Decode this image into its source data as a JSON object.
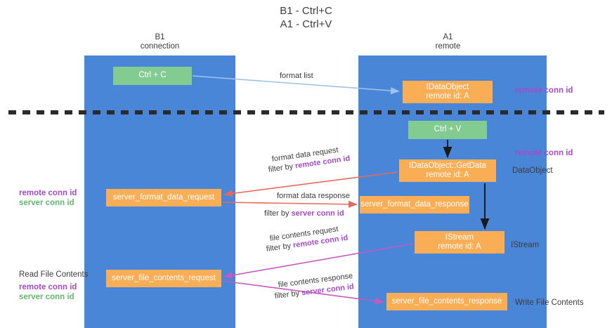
{
  "title": {
    "line1": "B1 - Ctrl+C",
    "line2": "A1 - Ctrl+V"
  },
  "colors": {
    "lane": "#4a86d8",
    "green_box": "#82cc92",
    "orange_box": "#f9ad55",
    "purple_text": "#a64ac9",
    "green_text": "#63b96f",
    "dashed_divider": "#333333",
    "arrow_blue": "#9dc3e6",
    "arrow_red": "#e8685d",
    "arrow_magenta": "#c45ac0",
    "arrow_black": "#1a1a1a"
  },
  "lanes": [
    {
      "name": "b1",
      "title": "B1",
      "subtitle": "connection"
    },
    {
      "name": "a1",
      "title": "A1",
      "subtitle": "remote"
    }
  ],
  "boxes": {
    "ctrl_c": {
      "label": "Ctrl + C",
      "color": "green"
    },
    "idataobject": {
      "line1": "IDataObject",
      "line2": "remote id: A",
      "color": "orange"
    },
    "ctrl_v": {
      "label": "Ctrl + V",
      "color": "green"
    },
    "getdata": {
      "line1": "IDataObject::GetData",
      "line2": "remote id: A",
      "color": "orange"
    },
    "server_format_data_request": {
      "label": "server_format_data_request",
      "color": "orange"
    },
    "server_format_data_response": {
      "label": "server_format_data_response",
      "color": "orange"
    },
    "istream": {
      "line1": "IStream",
      "line2": "remote id: A",
      "color": "orange"
    },
    "server_file_contents_request": {
      "label": "server_file_contents_request",
      "color": "orange"
    },
    "server_file_contents_response": {
      "label": "server_file_contents_response",
      "color": "orange"
    }
  },
  "connector_labels": {
    "format_list": "format list",
    "format_data_request": "format data request",
    "format_data_request_filter_prefix": "filter by ",
    "format_data_request_filter_key": "remote conn id",
    "format_data_response": "format data response",
    "format_data_response_filter_prefix": "filter by ",
    "format_data_response_filter_key": "server conn id",
    "file_contents_request": "file contents request",
    "file_contents_request_filter_prefix": "filter by ",
    "file_contents_request_filter_key": "remote conn id",
    "file_contents_response": "file contents response",
    "file_contents_response_filter_prefix": "filter by ",
    "file_contents_response_filter_key": "server conn id"
  },
  "side_labels": {
    "remote_conn_id_top": "remote conn id",
    "remote_conn_id_mid": "remote conn id",
    "dataobject": "DataObject",
    "istream": "IStream",
    "write_file_contents": "Write File Contents",
    "read_file_contents": "Read File Contents",
    "left_ids_upper": {
      "remote": "remote conn id",
      "server": "server conn id"
    },
    "left_ids_lower": {
      "remote": "remote conn id",
      "server": "server conn id"
    }
  }
}
